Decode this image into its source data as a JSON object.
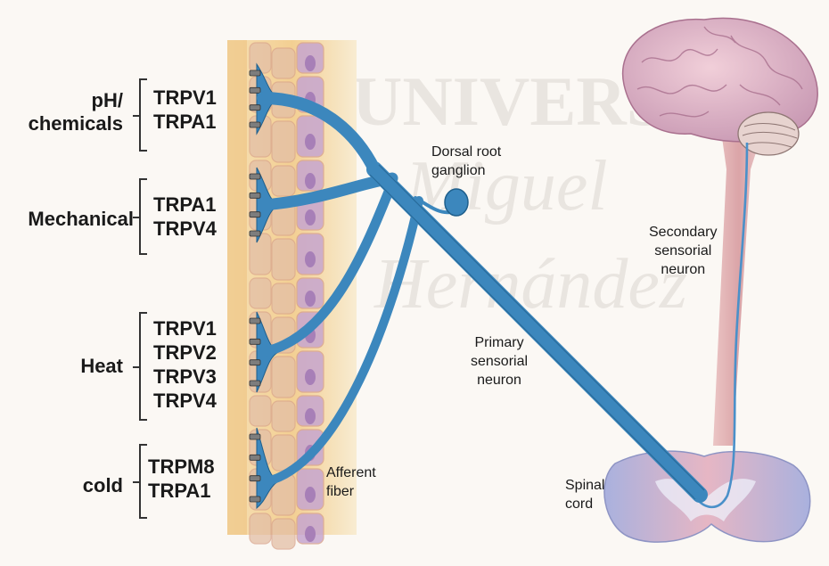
{
  "stimuli": [
    {
      "label": "pH/\nchemicals",
      "channels": [
        "TRPV1",
        "TRPA1"
      ]
    },
    {
      "label": "Mechanical",
      "channels": [
        "TRPA1",
        "TRPV4"
      ]
    },
    {
      "label": "Heat",
      "channels": [
        "TRPV1",
        "TRPV2",
        "TRPV3",
        "TRPV4"
      ]
    },
    {
      "label": "cold",
      "channels": [
        "TRPM8",
        "TRPA1"
      ]
    }
  ],
  "annotations": {
    "dorsal_root_ganglion": [
      "Dorsal root",
      "ganglion"
    ],
    "secondary_neuron": [
      "Secondary",
      "sensorial",
      "neuron"
    ],
    "primary_neuron": [
      "Primary",
      "sensorial",
      "neuron"
    ],
    "afferent_fiber": [
      "Afferent",
      "fiber"
    ],
    "spinal_cord": [
      "Spinal",
      "cord"
    ]
  },
  "watermark": [
    "UNIVERS",
    "Miguel",
    "Hernández"
  ],
  "colors": {
    "neuron": "#3c87bd",
    "neuron_dark": "#1f5f8c",
    "skin": "#f5d9a4",
    "cells": "#e3bfa6",
    "nuclei": "#c7a6cf",
    "brain": "#ddb0c4",
    "spinal_cord": "#aeb4dc"
  }
}
